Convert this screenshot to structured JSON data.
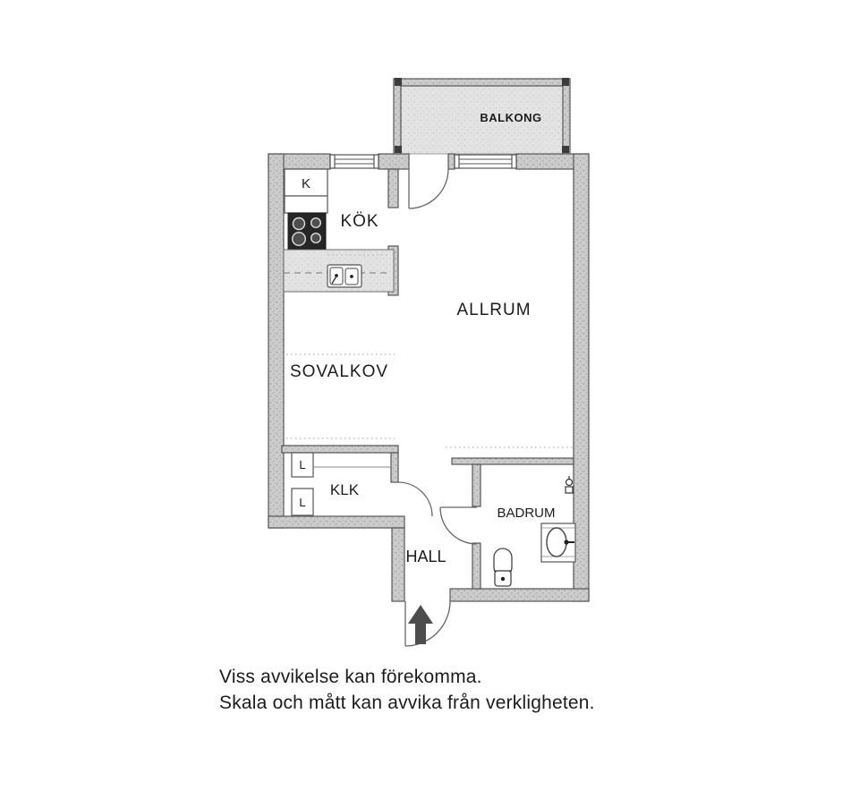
{
  "floor_plan": {
    "rooms": {
      "balcony": "BALKONG",
      "fridge": "K",
      "kitchen": "KÖK",
      "living": "ALLRUM",
      "alcove": "SOVALKOV",
      "linen1": "L",
      "linen2": "L",
      "closet": "KLK",
      "hall": "HALL",
      "bathroom": "BADRUM"
    },
    "disclaimer": {
      "line1": "Viss avvikelse kan förekomma.",
      "line2": "Skala och mått kan avvika från verkligheten."
    },
    "colors": {
      "wall_texture": "#cdcdcd",
      "wall_outline": "#565656",
      "balcony_floor": "#e4e4e4",
      "label_text": "#1c1c1c",
      "entrance_arrow": "#4d4d4d",
      "stove": "#262626"
    }
  }
}
